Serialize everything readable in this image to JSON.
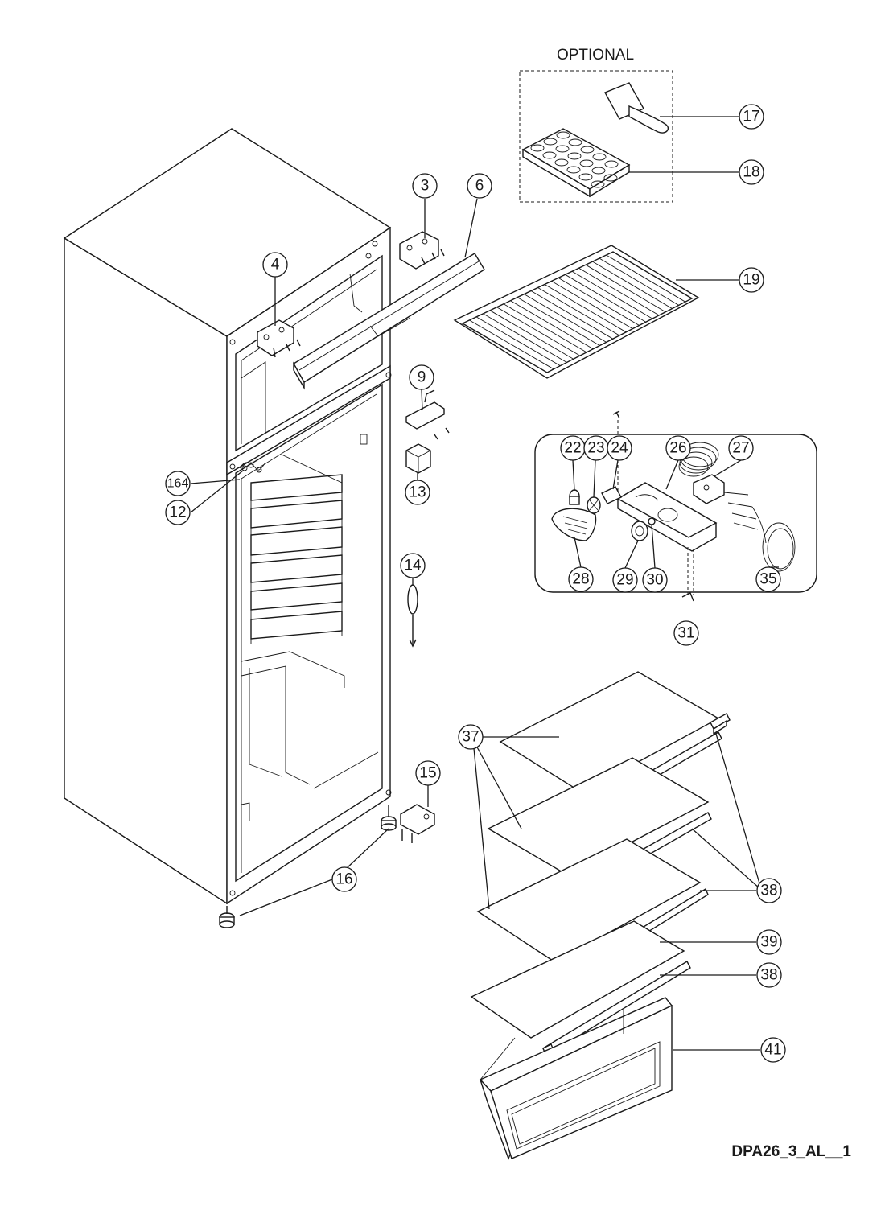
{
  "optional_label": "OPTIONAL",
  "diagram_code": "DPA26_3_AL__1",
  "callouts": [
    {
      "id": "c3",
      "label": "3"
    },
    {
      "id": "c4",
      "label": "4"
    },
    {
      "id": "c6",
      "label": "6"
    },
    {
      "id": "c9",
      "label": "9"
    },
    {
      "id": "c12",
      "label": "12"
    },
    {
      "id": "c13",
      "label": "13"
    },
    {
      "id": "c14",
      "label": "14"
    },
    {
      "id": "c15",
      "label": "15"
    },
    {
      "id": "c16",
      "label": "16"
    },
    {
      "id": "c17",
      "label": "17"
    },
    {
      "id": "c18",
      "label": "18"
    },
    {
      "id": "c19",
      "label": "19"
    },
    {
      "id": "c22",
      "label": "22"
    },
    {
      "id": "c23",
      "label": "23"
    },
    {
      "id": "c24",
      "label": "24"
    },
    {
      "id": "c26",
      "label": "26"
    },
    {
      "id": "c27",
      "label": "27"
    },
    {
      "id": "c28",
      "label": "28"
    },
    {
      "id": "c29",
      "label": "29"
    },
    {
      "id": "c30",
      "label": "30"
    },
    {
      "id": "c31",
      "label": "31"
    },
    {
      "id": "c35",
      "label": "35"
    },
    {
      "id": "c37",
      "label": "37"
    },
    {
      "id": "c38a",
      "label": "38"
    },
    {
      "id": "c38b",
      "label": "38"
    },
    {
      "id": "c39",
      "label": "39"
    },
    {
      "id": "c41",
      "label": "41"
    },
    {
      "id": "c164",
      "label": "164"
    }
  ]
}
